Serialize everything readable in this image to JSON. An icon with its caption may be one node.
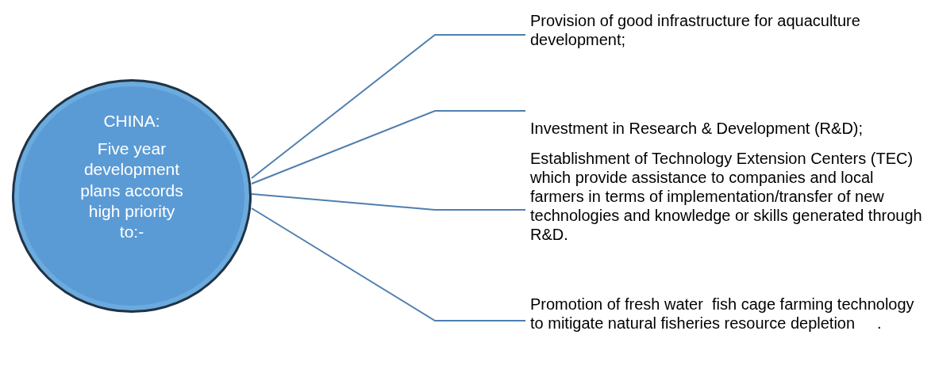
{
  "diagram": {
    "nodes": [
      {
        "text": [
          "CHINA:",
          "Five year development plans accords high priority to:-"
        ]
      },
      {
        "text": [
          "Provision of good infrastructure for aquaculture development;"
        ]
      },
      {
        "text": [
          "Investment in Research & Development (R&D);"
        ]
      },
      {
        "text": [
          "Establishment of Technology Extension Centers (TEC) which provide assistance to companies and local farmers in terms of implementation/transfer of new technologies and knowledge or skills generated through R&D."
        ]
      },
      {
        "text": [
          "Promotion of fresh water  fish cage farming technology to mitigate natural fisheries resource depletion     ."
        ]
      }
    ],
    "edges": [
      {
        "from": 0,
        "to": 1,
        "arrow": "none"
      },
      {
        "from": 0,
        "to": 2,
        "arrow": "none"
      },
      {
        "from": 0,
        "to": 3,
        "arrow": "none"
      },
      {
        "from": 0,
        "to": 4,
        "arrow": "none"
      }
    ]
  }
}
